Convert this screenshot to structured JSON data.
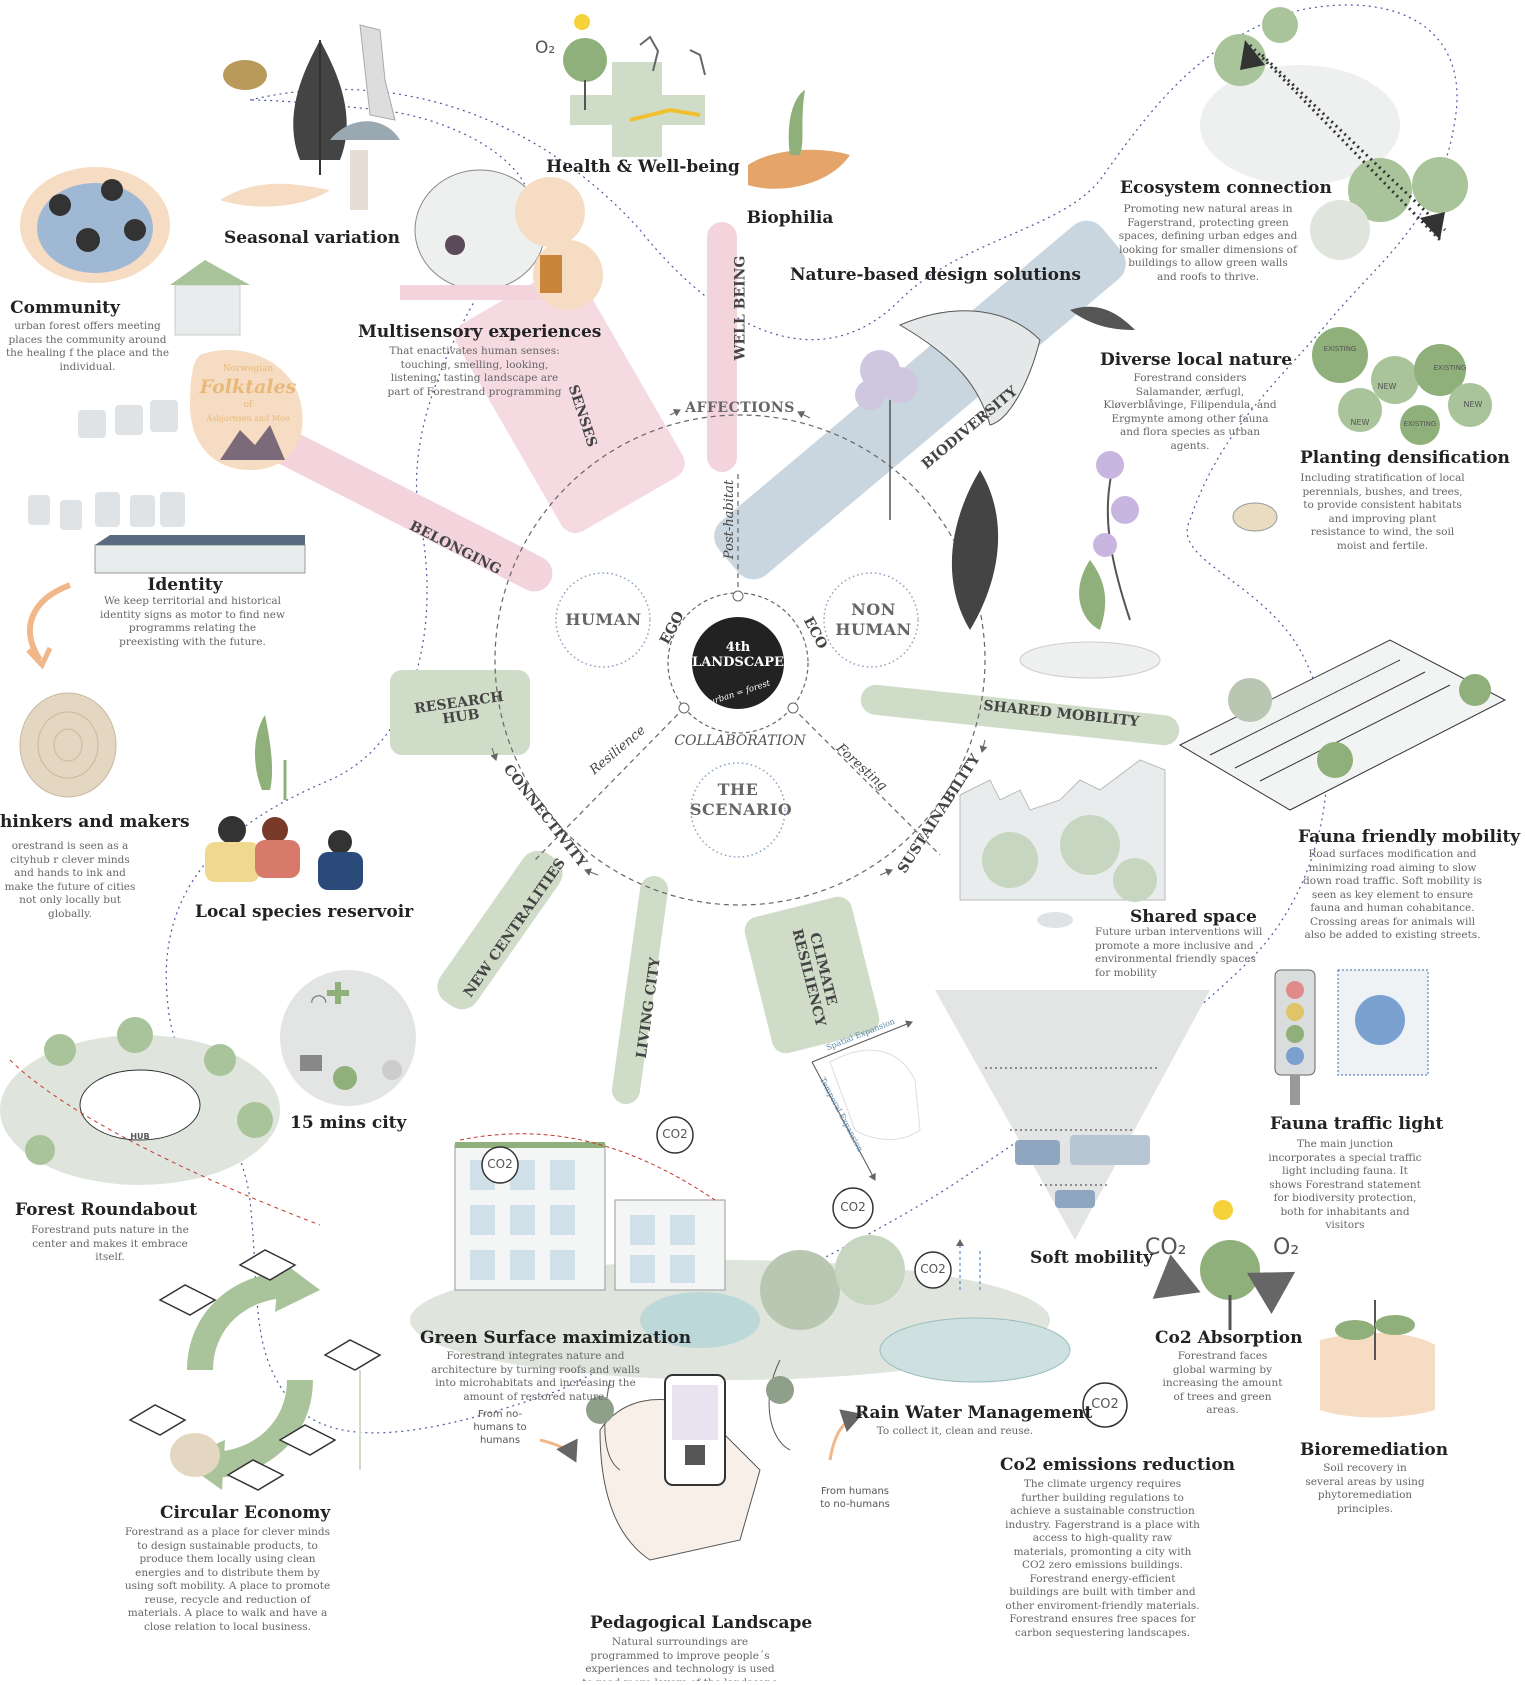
{
  "center": {
    "line1": "4th",
    "line2": "LANDSCAPE",
    "tagline": "urban = forest"
  },
  "ring": {
    "ego": "EGO",
    "eco": "ECO",
    "affections": "AFFECTIONS",
    "collaboration": "COLLABORATION",
    "connectivity": "CONNECTIVITY",
    "sustainability": "SUSTAINABILITY",
    "post_habitat": "Post-habitat",
    "resilience": "Resilience",
    "foresting": "Foresting",
    "human": "HUMAN",
    "non_human_1": "NON",
    "non_human_2": "HUMAN",
    "scenario_1": "THE",
    "scenario_2": "SCENARIO"
  },
  "bands": {
    "well_being": "WELL BEING",
    "senses": "SENSES",
    "biodiversity": "BIODIVERSITY",
    "belonging": "BELONGING",
    "research_hub_1": "RESEARCH",
    "research_hub_2": "HUB",
    "shared_mobility": "SHARED MOBILITY",
    "new_centralities": "NEW CENTRALITIES",
    "living_city": "LIVING CITY",
    "climate_resiliency_1": "CLIMATE",
    "climate_resiliency_2": "RESILIENCY"
  },
  "items": {
    "seasonal": {
      "title": "Seasonal variation"
    },
    "health": {
      "title": "Health & Well-being"
    },
    "biophilia": {
      "title": "Biophilia"
    },
    "community": {
      "title": "Community",
      "desc": "urban forest offers meeting places the community around the healing f the place and the individual."
    },
    "multisensory": {
      "title": "Multisensory experiences",
      "desc": "That enactivates human senses: touching, smelling, looking, listening, tasting landscape are part of Forestrand programming"
    },
    "folktales": {
      "line1": "Norwegian",
      "line2": "Folktales",
      "line3": "of",
      "line4": "Asbjornsen and Moe"
    },
    "ecosystem": {
      "title": "Ecosystem connection",
      "desc": "Promoting new natural areas in Fagerstrand, protecting green spaces, defining urban edges and looking for smaller dimensions of buildings to allow green walls and roofs to thrive."
    },
    "nature_based": {
      "title": "Nature-based design solutions"
    },
    "diverse": {
      "title": "Diverse local nature",
      "desc": "Forestrand considers Salamander, ærfugl, Kløverblåvinge, Filipendula, and Ergmynte among other fauna and flora species as urban agents."
    },
    "planting": {
      "title": "Planting densification",
      "desc": "Including stratification of local perennials, bushes, and trees, to provide consistent habitats and improving plant resistance to wind, the soil moist and fertile."
    },
    "identity": {
      "title": "Identity",
      "desc": "We keep territorial and historical identity signs as motor to find new programms relating the preexisting with the future."
    },
    "thinkers": {
      "title": "hinkers and makers",
      "desc": "orestrand is seen as a cityhub r clever minds and hands to ink and make the future of cities not only locally but globally."
    },
    "local_species": {
      "title": "Local species reservoir"
    },
    "fauna_mobility": {
      "title": "Fauna friendly mobility",
      "desc": "Road surfaces modification and minimizing road aiming to slow down road traffic. Soft mobility is seen as key element to ensure fauna and human cohabitance. Crossing areas for animals will also be added to existing streets."
    },
    "shared_space": {
      "title": "Shared space",
      "desc": "Future urban interventions will promote a more inclusive and environmental friendly spaces for mobility"
    },
    "fifteen_min": {
      "title": "15 mins city"
    },
    "roundabout": {
      "title": "Forest Roundabout",
      "desc": "Forestrand puts nature in the center and makes it embrace itself."
    },
    "fauna_light": {
      "title": "Fauna traffic light",
      "desc": "The main junction incorporates a special traffic light including fauna. It shows Forestrand statement for biodiversity protection, both for inhabitants and visitors"
    },
    "soft_mobility": {
      "title": "Soft mobility"
    },
    "co2_absorption": {
      "title": "Co2 Absorption",
      "desc": "Forestrand faces global warming by increasing the amount of trees and green areas."
    },
    "green_surface": {
      "title": "Green Surface maximization",
      "desc": "Forestrand integrates nature and architecture by turning roofs and walls into microhabitats and increasing the amount of restored nature."
    },
    "rain_water": {
      "title": "Rain Water Management",
      "desc": "To collect it, clean and reuse."
    },
    "bioremediation": {
      "title": "Bioremediation",
      "desc": "Soil recovery in several areas by using phytoremediation principles."
    },
    "circular": {
      "title": "Circular Economy",
      "desc": "Forestrand as a place for clever minds to design sustainable products, to produce them locally using clean energies and to distribute them by using soft mobility. A place to promote reuse, recycle and reduction of materials. A place to walk and have a close relation to local business."
    },
    "pedagogical": {
      "title": "Pedagogical Landscape",
      "desc": "Natural surroundings are programmed to improve people´s experiences and technology is used to read more layers of the landscape and"
    },
    "co2_reduction": {
      "title": "Co2 emissions reduction",
      "desc": "The climate urgency requires further building regulations to achieve a sustainable construction industry. Fagerstrand is a place with access to high-quality raw materials, promonting a city with CO2 zero emissions buildings. Forestrand energy-efficient buildings are built with timber and other enviroment-friendly materials. Forestrand ensures free spaces for carbon sequestering landscapes."
    }
  },
  "annotations": {
    "from_no_humans": "From no-humans to humans",
    "from_humans": "From humans to no-humans",
    "spatial_expansion": "Spatial Expansion",
    "temporal_expansion": "Temporal Expansion",
    "co2": "CO₂",
    "o2": "O₂",
    "co2_label": "CO2",
    "hub": "HUB",
    "existing": "EXISTING",
    "new": "NEW"
  },
  "colors": {
    "pink_band": "#f3d3dc",
    "blue_band": "#c9d5df",
    "green_band": "#cfdcc8",
    "dark_center": "#222222",
    "ring_dots": "#8aa0c0",
    "accent_red": "#c0392b",
    "peach": "#f6dcc2"
  }
}
